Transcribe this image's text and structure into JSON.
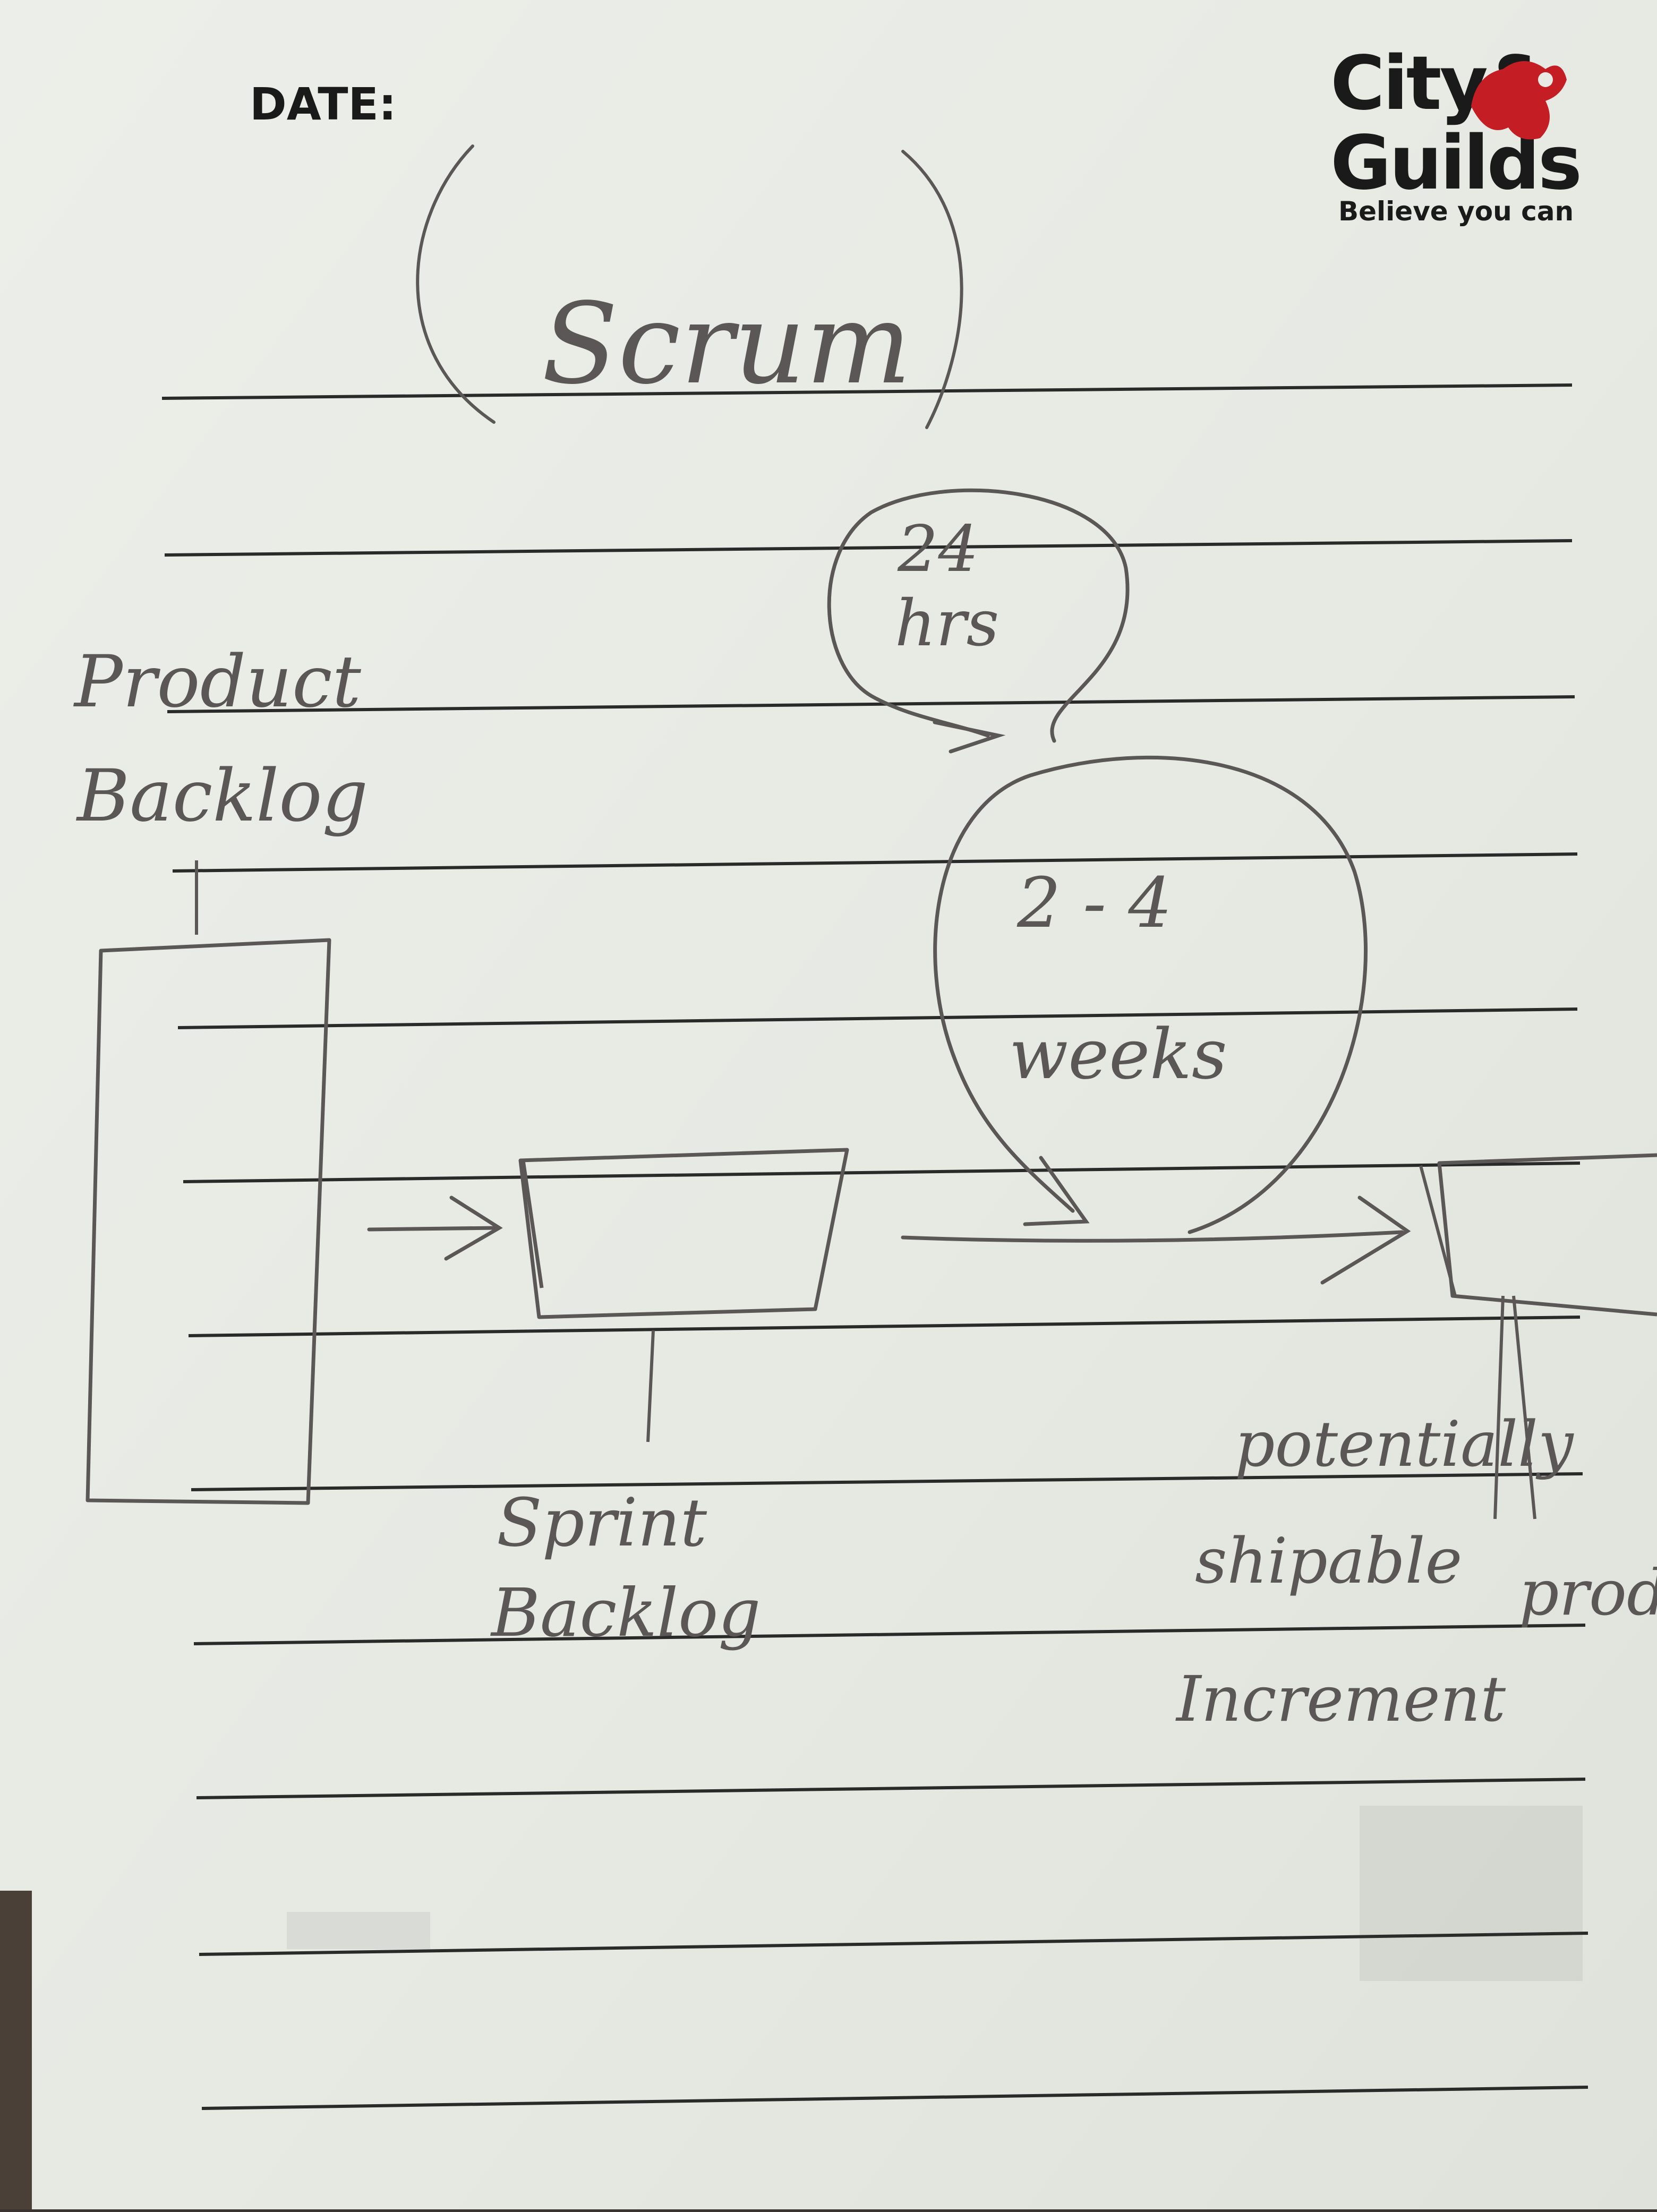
{
  "header": {
    "date_label": "DATE:",
    "logo": {
      "line1": "City&",
      "line2": "Guilds",
      "tagline": "Believe you can"
    }
  },
  "diagram": {
    "title": "Scrum",
    "daily_cycle": {
      "line1": "24",
      "line2": "hrs"
    },
    "sprint_cycle": {
      "line1": "2 - 4",
      "line2": "weeks"
    },
    "product_backlog": {
      "line1": "Product",
      "line2": "Backlog"
    },
    "sprint_backlog": {
      "line1": "Sprint",
      "line2": "Backlog"
    },
    "increment": {
      "line1": "potentially",
      "line2": "shipable",
      "line3": "product",
      "line4": "Increment"
    }
  },
  "colors": {
    "paper": "#e8ebe4",
    "ink_pencil": "#5a5756",
    "rule_line": "#2a2a2a",
    "brand_red": "#c41e24",
    "brand_dark": "#1a1a1a"
  }
}
